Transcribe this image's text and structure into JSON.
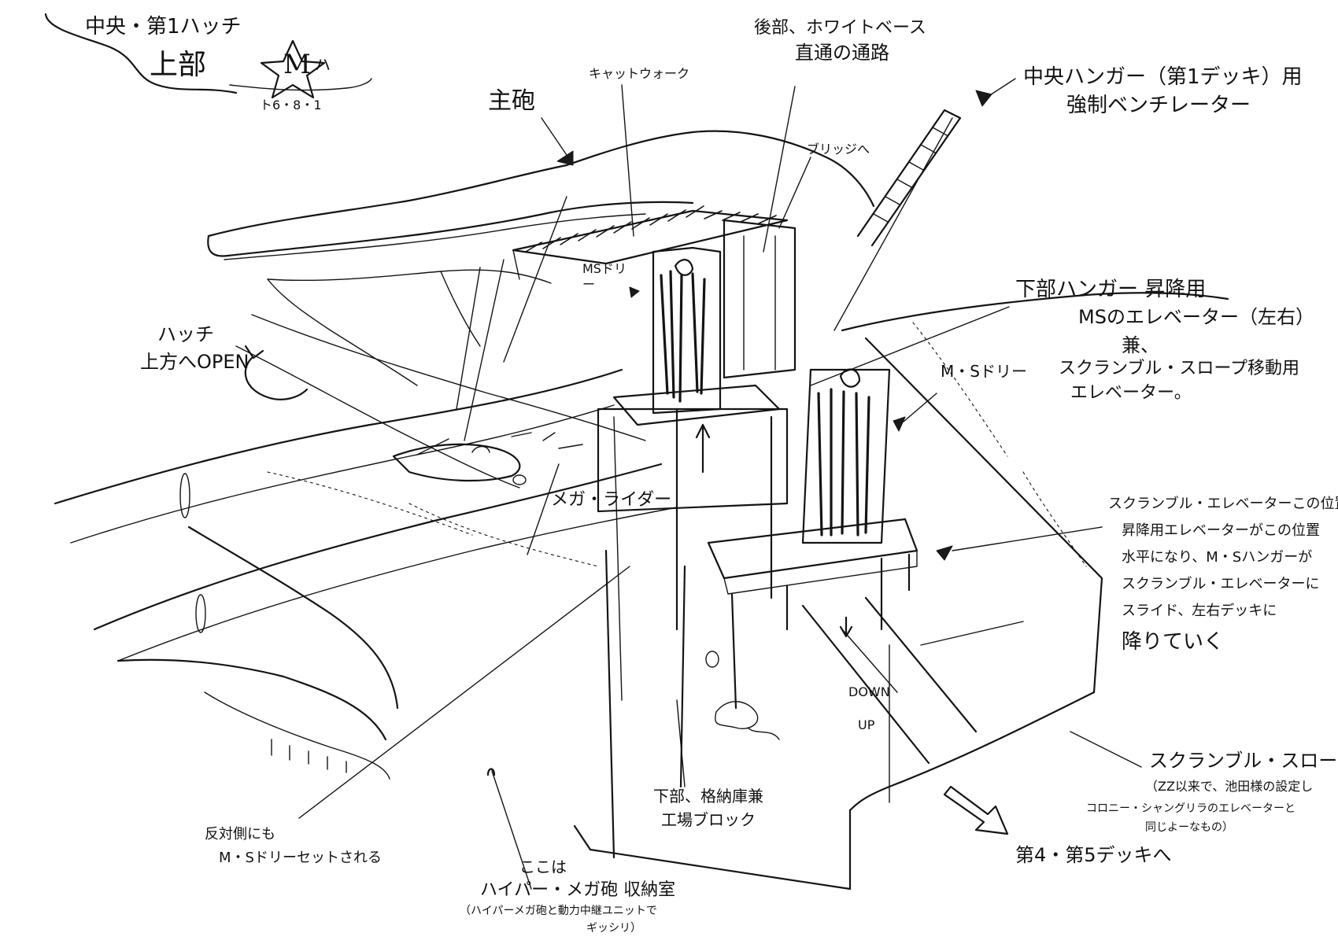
{
  "header": {
    "title_line": "中央・第1ハッチ",
    "section": "上部",
    "logo_letter": "M",
    "logo_suffix": "ハ",
    "signature": "ト6・8・1"
  },
  "labels": {
    "main_gun": "主砲",
    "catwalk": "キャットウォーク",
    "rear_line1": "後部、ホワイトベース",
    "rear_line2": "直通の通路",
    "to_bridge": "ブリッジへ",
    "vent_line1": "中央ハンガー（第1デッキ）用",
    "vent_line2": "強制ベンチレーター",
    "ms_dolly_left": "MSドリー",
    "hatch_line1": "ハッチ",
    "hatch_line2": "上方へOPEN",
    "elev_line1": "下部ハンガー 昇降用",
    "elev_line2": "MSのエレベーター（左右）",
    "elev_line3": "兼、",
    "elev_line4": "スクランブル・スロープ移動用",
    "elev_line5": "エレベーター。",
    "ms_dolly_right": "M・Sドリー",
    "mega_rider": "メガ・ライダー",
    "scramble_note1": "スクランブル・エレベーターこの位置の",
    "scramble_note2": "昇降用エレベーターがこの位置",
    "scramble_note3": "水平になり、M・Sハンガーが",
    "scramble_note4": "スクランブル・エレベーターに",
    "scramble_note5": "スライド、左右デッキに",
    "scramble_note6": "降りていく",
    "down": "DOWN",
    "up": "UP",
    "slope_title": "スクランブル・スロープ",
    "slope_note1": "（ZZ以来で、池田様の設定し",
    "slope_note2": "コロニー・シャングリラのエレベーターと",
    "slope_note3": "同じよーなもの）",
    "to_deck5": "第4・第5デッキへ",
    "lower_block1": "下部、格納庫兼",
    "lower_block2": "工場ブロック",
    "opposite1": "反対側にも",
    "opposite2": "M・Sドリーセットされる",
    "storage1": "ここは",
    "storage2": "ハイパー・メガ砲 収納室",
    "storage3": "（ハイパーメガ砲と動力中継ユニットで",
    "storage4": "ギッシリ）"
  },
  "colors": {
    "ink": "#141414",
    "paper": "#ffffff"
  }
}
